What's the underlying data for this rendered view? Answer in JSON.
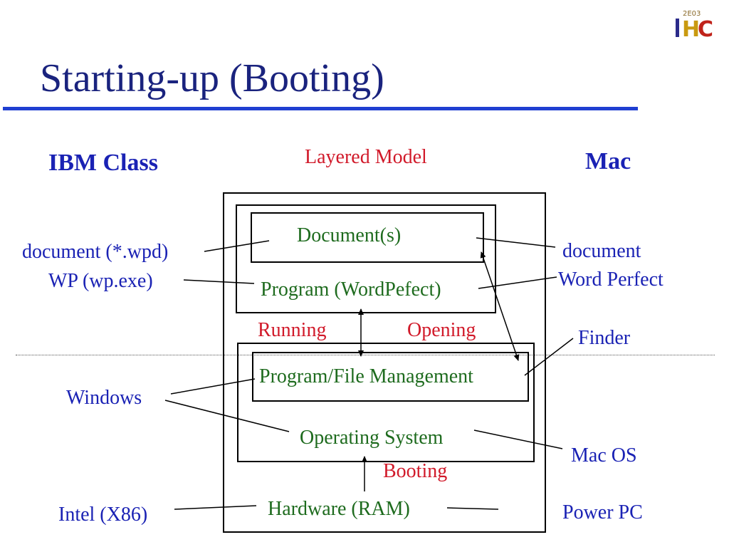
{
  "slide": {
    "title": "Starting-up (Booting)",
    "logo": {
      "top_text": "2E03",
      "letters": [
        "I",
        "H",
        "C"
      ]
    },
    "column_headers": {
      "left": "IBM Class",
      "center": "Layered Model",
      "right": "Mac"
    },
    "layers": {
      "document": "Document(s)",
      "program": "Program (WordPefect)",
      "file_management": "Program/File Management",
      "operating_system": "Operating System",
      "hardware": "Hardware (RAM)"
    },
    "transitions": {
      "running": "Running",
      "opening": "Opening",
      "booting": "Booting"
    },
    "ibm_labels": {
      "document": "document (*.wpd)",
      "program": "WP (wp.exe)",
      "windows": "Windows",
      "hardware": "Intel (X86)"
    },
    "mac_labels": {
      "document": "document",
      "program": "Word Perfect",
      "finder": "Finder",
      "os": "Mac OS",
      "hardware": "Power PC"
    },
    "colors": {
      "title": "#1a237e",
      "title_rule": "#1f3fd1",
      "header_blue": "#1a22b4",
      "red": "#d11a2a",
      "green": "#1e6b1e"
    }
  }
}
